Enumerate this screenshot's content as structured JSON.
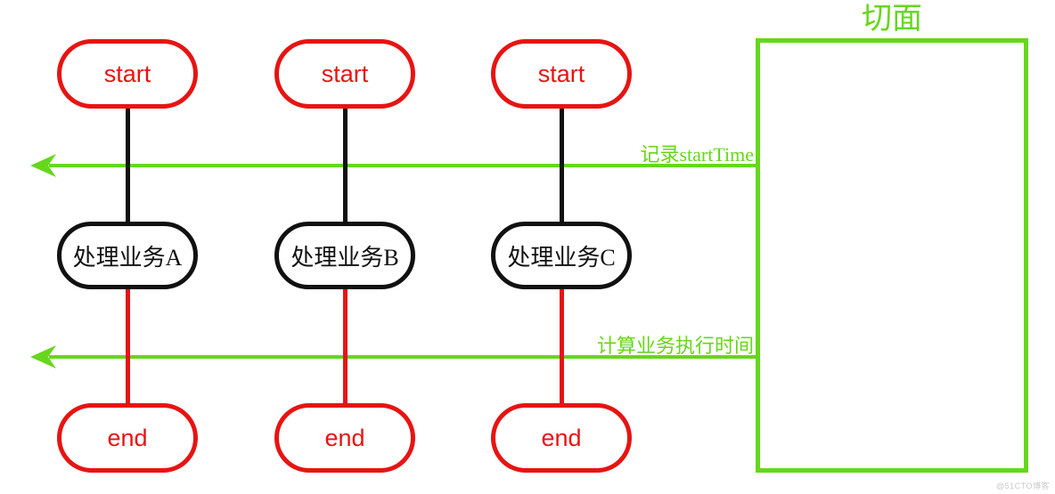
{
  "diagram": {
    "columns": [
      {
        "start": "start",
        "process": "处理业务A",
        "end": "end"
      },
      {
        "start": "start",
        "process": "处理业务B",
        "end": "end"
      },
      {
        "start": "start",
        "process": "处理业务C",
        "end": "end"
      }
    ],
    "aspect": {
      "title": "切面"
    },
    "arrows": [
      {
        "label": "记录startTime"
      },
      {
        "label": "计算业务执行时间"
      }
    ],
    "watermark": "@51CTO博客",
    "colors": {
      "red": "#e61412",
      "green": "#66d71b",
      "black": "#111111",
      "watermark_gray": "#c9c9c9"
    }
  }
}
